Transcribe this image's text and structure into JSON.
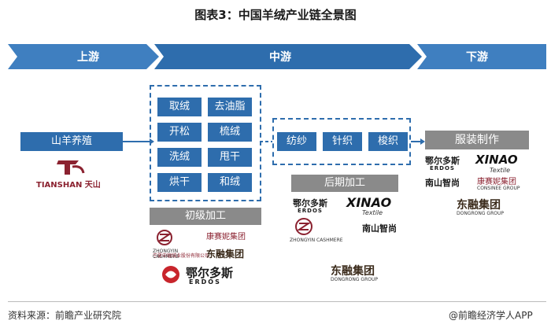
{
  "title": "图表3：中国羊绒产业链全景图",
  "stages": {
    "upstream": "上游",
    "midstream": "中游",
    "downstream": "下游"
  },
  "upstream": {
    "box": "山羊养殖",
    "logo": "TIANSHAN 天山"
  },
  "processing_primary": {
    "items": [
      "取绒",
      "去油脂",
      "开松",
      "梳绒",
      "洗绒",
      "甩干",
      "烘干",
      "和绒"
    ],
    "label": "初级加工",
    "logos": [
      "ZHONGYIN CASHMERE",
      "康赛妮集团",
      "宁夏中银绒业股份有限公司",
      "东融集团",
      "鄂尔多斯",
      "ERDOS"
    ]
  },
  "processing_secondary": {
    "items": [
      "纺纱",
      "针织",
      "梭织"
    ],
    "label": "后期加工",
    "logos": [
      "鄂尔多斯",
      "ERDOS",
      "XINAO",
      "Textile",
      "ZHONGYIN CASHMERE",
      "南山智尚",
      "东融集团",
      "DONGRONG GROUP"
    ]
  },
  "downstream": {
    "label": "服装制作",
    "logos": [
      "鄂尔多斯",
      "ERDOS",
      "XINAO",
      "Textile",
      "南山智尚",
      "康赛妮集团",
      "CONSINEE GROUP",
      "东融集团",
      "DONGRONG GROUP"
    ]
  },
  "footer": {
    "source": "资料来源：前瞻产业研究院",
    "brand": "@前瞻经济学人APP"
  },
  "colors": {
    "primary": "#2e6dad",
    "arrow": "#3f7fc0",
    "gray": "#8a8a8a",
    "dashed": "#2e6dad"
  }
}
